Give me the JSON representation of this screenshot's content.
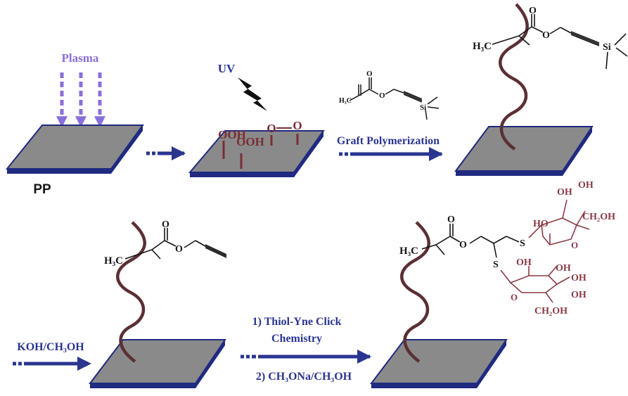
{
  "colors": {
    "substrate_top": "#8a8a8a",
    "substrate_edge": "#1f2a80",
    "arrow": "#2a3590",
    "plasma": "#8a6fdc",
    "chain": "#5a3035",
    "peroxide": "#7a2d35",
    "sugar": "#8a3a45",
    "ink": "#151515"
  },
  "labels": {
    "plasma": "Plasma",
    "pp": "PP",
    "uv": "UV",
    "ooh_1": "OOH",
    "ooh_2": "OOH",
    "peroxide_o1": "O",
    "peroxide_o2": "O",
    "graft": "Graft Polymerization",
    "koh": "KOH/CH₃OH",
    "thiol_1": "1) Thiol-Yne Click",
    "thiol_2": "Chemistry",
    "thiol_3": "2) CH₃ONa/CH₃OH"
  },
  "chem": {
    "h3c": "H₃C",
    "h3c_bond": "H₃C",
    "o": "O",
    "si": "Si",
    "s": "S",
    "oh": "OH",
    "ho": "HO",
    "ch2oh": "CH₂OH"
  },
  "icons": {
    "lightning": "lightning-bolt-icon"
  }
}
